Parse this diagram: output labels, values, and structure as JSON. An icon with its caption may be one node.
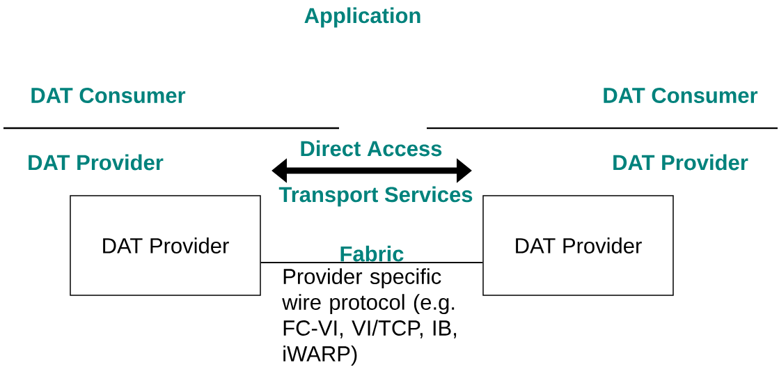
{
  "diagram": {
    "title": "Application",
    "nodes": [
      {
        "text": [
          "DAT Provider"
        ]
      },
      {
        "text": [
          "DAT Provider"
        ]
      }
    ],
    "edges": [
      {
        "from": 0,
        "to": 1,
        "arrow": "none",
        "label": "Fabric"
      }
    ],
    "labels": [
      "DAT Consumer",
      "DAT Consumer",
      "DAT Provider",
      "DAT Provider",
      "Direct Access",
      "Transport Services",
      "Provider specific wire protocol (e.g. FC-VI, VI/TCP, IB, iWARP)"
    ]
  }
}
